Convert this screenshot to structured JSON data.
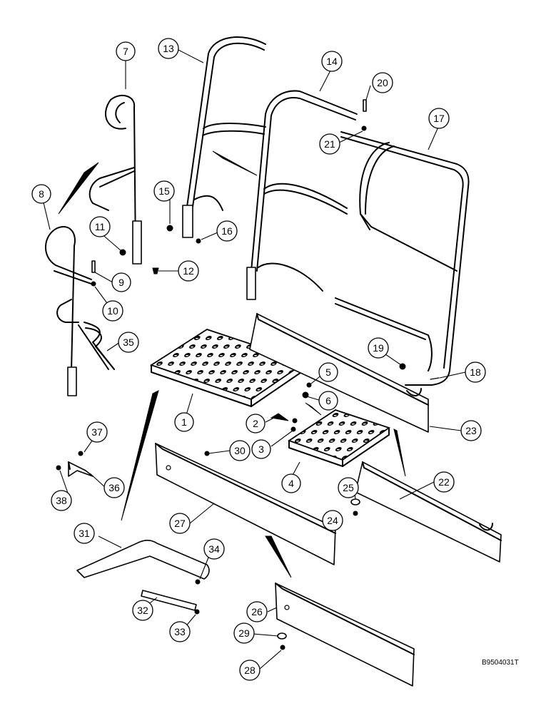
{
  "figure_code": "B9504031T",
  "callouts": [
    {
      "id": "c1",
      "label": "1"
    },
    {
      "id": "c2",
      "label": "2"
    },
    {
      "id": "c3",
      "label": "3"
    },
    {
      "id": "c4",
      "label": "4"
    },
    {
      "id": "c5",
      "label": "5"
    },
    {
      "id": "c6",
      "label": "6"
    },
    {
      "id": "c7",
      "label": "7"
    },
    {
      "id": "c8",
      "label": "8"
    },
    {
      "id": "c9",
      "label": "9"
    },
    {
      "id": "c10",
      "label": "10"
    },
    {
      "id": "c11",
      "label": "11"
    },
    {
      "id": "c12",
      "label": "12"
    },
    {
      "id": "c13",
      "label": "13"
    },
    {
      "id": "c14",
      "label": "14"
    },
    {
      "id": "c15",
      "label": "15"
    },
    {
      "id": "c16",
      "label": "16"
    },
    {
      "id": "c17",
      "label": "17"
    },
    {
      "id": "c18",
      "label": "18"
    },
    {
      "id": "c19",
      "label": "19"
    },
    {
      "id": "c20",
      "label": "20"
    },
    {
      "id": "c21",
      "label": "21"
    },
    {
      "id": "c22",
      "label": "22"
    },
    {
      "id": "c23",
      "label": "23"
    },
    {
      "id": "c24",
      "label": "24"
    },
    {
      "id": "c25",
      "label": "25"
    },
    {
      "id": "c26",
      "label": "26"
    },
    {
      "id": "c27",
      "label": "27"
    },
    {
      "id": "c28",
      "label": "28"
    },
    {
      "id": "c29",
      "label": "29"
    },
    {
      "id": "c30",
      "label": "30"
    },
    {
      "id": "c31",
      "label": "31"
    },
    {
      "id": "c32",
      "label": "32"
    },
    {
      "id": "c33",
      "label": "33"
    },
    {
      "id": "c34",
      "label": "34"
    },
    {
      "id": "c35",
      "label": "35"
    },
    {
      "id": "c36",
      "label": "36"
    },
    {
      "id": "c37",
      "label": "37"
    },
    {
      "id": "c38",
      "label": "38"
    }
  ]
}
